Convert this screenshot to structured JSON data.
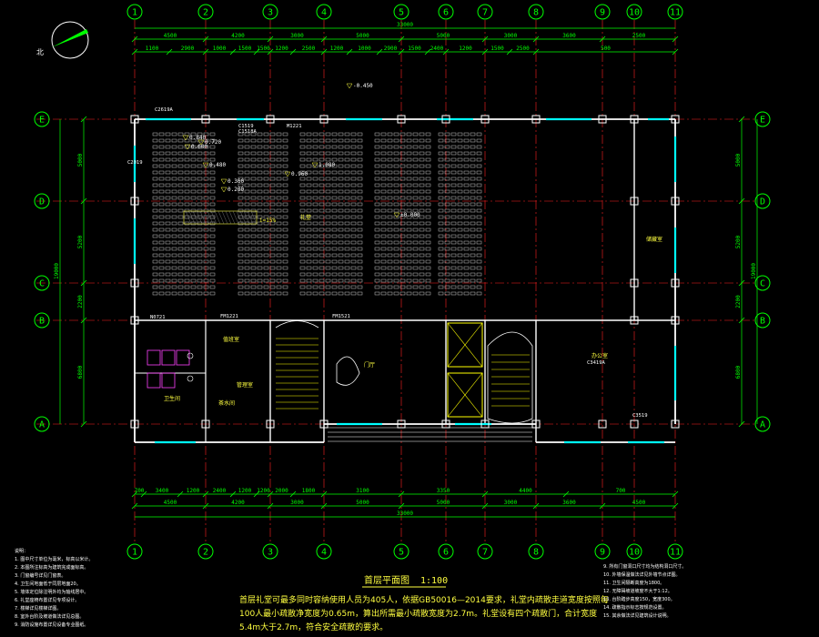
{
  "drawing": {
    "title": "首层平面图",
    "scale": "1:100",
    "north_label": "北",
    "total_dim": "33000",
    "description_lines": [
      "首层礼堂可最多同时容纳使用人员为405人，依据GB50016—2014要求，礼堂内疏散走道宽度按照每",
      "100人最小疏散净宽度为0.65m，算出所需最小疏散宽度为2.7m。礼堂设有四个疏散门，合计宽度",
      "5.4m大于2.7m，符合安全疏散的要求。"
    ],
    "colors": {
      "grid": "#ff2020",
      "axis": "#00ff00",
      "wall": "#ffffff",
      "window": "#00ffff",
      "seat": "#c8c8c8",
      "label": "#ffff40",
      "stair": "#ffff00",
      "magenta": "#ff40ff"
    }
  },
  "axes": {
    "columns": [
      "1",
      "2",
      "3",
      "4",
      "5",
      "6",
      "7",
      "8",
      "9",
      "10",
      "11"
    ],
    "rows": [
      "E",
      "D",
      "C",
      "B",
      "A"
    ]
  },
  "dimensions": {
    "top_total": [
      "4500",
      "4200",
      "3000",
      "5000",
      "5000",
      "3000",
      "3600",
      "2500"
    ],
    "bottom_total": [
      "4500",
      "4200",
      "3000",
      "5000",
      "5000",
      "3000",
      "3600",
      "4500"
    ],
    "left_total": [
      "5000",
      "5200",
      "2200",
      "6800"
    ],
    "right_total": [
      "5000",
      "5200",
      "2200",
      "6800"
    ],
    "overall_height": "19000",
    "top_detail": [
      "1100",
      "2900",
      "1000",
      "1500",
      "1500",
      "1200",
      "2500",
      "1200",
      "1000",
      "2900",
      "1500",
      "2400",
      "1200",
      "1500",
      "2500",
      "500"
    ],
    "bottom_detail": [
      "700",
      "3400",
      "1200",
      "2400",
      "1200",
      "1200",
      "2000",
      "1800",
      "3100",
      "3350",
      "4400",
      "700"
    ]
  },
  "rooms": [
    {
      "name": "礼堂"
    },
    {
      "name": "门厅"
    },
    {
      "name": "办公室"
    },
    {
      "name": "储藏室"
    },
    {
      "name": "卫生间"
    },
    {
      "name": "茶水间"
    },
    {
      "name": "值班室"
    },
    {
      "name": "管理室"
    }
  ],
  "elevations": [
    "±0.000",
    "-0.450",
    "0.600",
    "0.200",
    "0.480",
    "0.720",
    "0.360",
    "0.840",
    "0.960",
    "1.080"
  ],
  "windows": [
    "C2619A",
    "C1519",
    "C1518A",
    "C2019",
    "M1221",
    "FM1521",
    "FM1221",
    "N0721",
    "C3419A",
    "C3519"
  ],
  "ramp_label": "i=15%",
  "notes_left": [
    "说明：",
    "1. 图中尺寸单位为毫米，标高以米计。",
    "2. 本图所注标高为建筑完成面标高。",
    "3. 门窗编号详见门窗表。",
    "4. 卫生间地面低于同层地面20。",
    "5. 墙体定位除注明外均为轴线居中。",
    "6. 礼堂座椅布置详见专项设计。",
    "7. 楼梯详见楼梯详图。",
    "8. 室外台阶及坡道做法详见总图。",
    "9. 消防设施布置详见设备专业图纸。"
  ],
  "notes_right": [
    "9. 所有门窗洞口尺寸均为结构洞口尺寸。",
    "10. 外墙保温做法详见外墙节点详图。",
    "11. 卫生间隔断高度为1800。",
    "12. 无障碍坡道坡度不大于1:12。",
    "13. 台阶踏步高度150，宽度300。",
    "14. 疏散指示标志按规范设置。",
    "15. 其余做法详见建筑设计说明。"
  ]
}
